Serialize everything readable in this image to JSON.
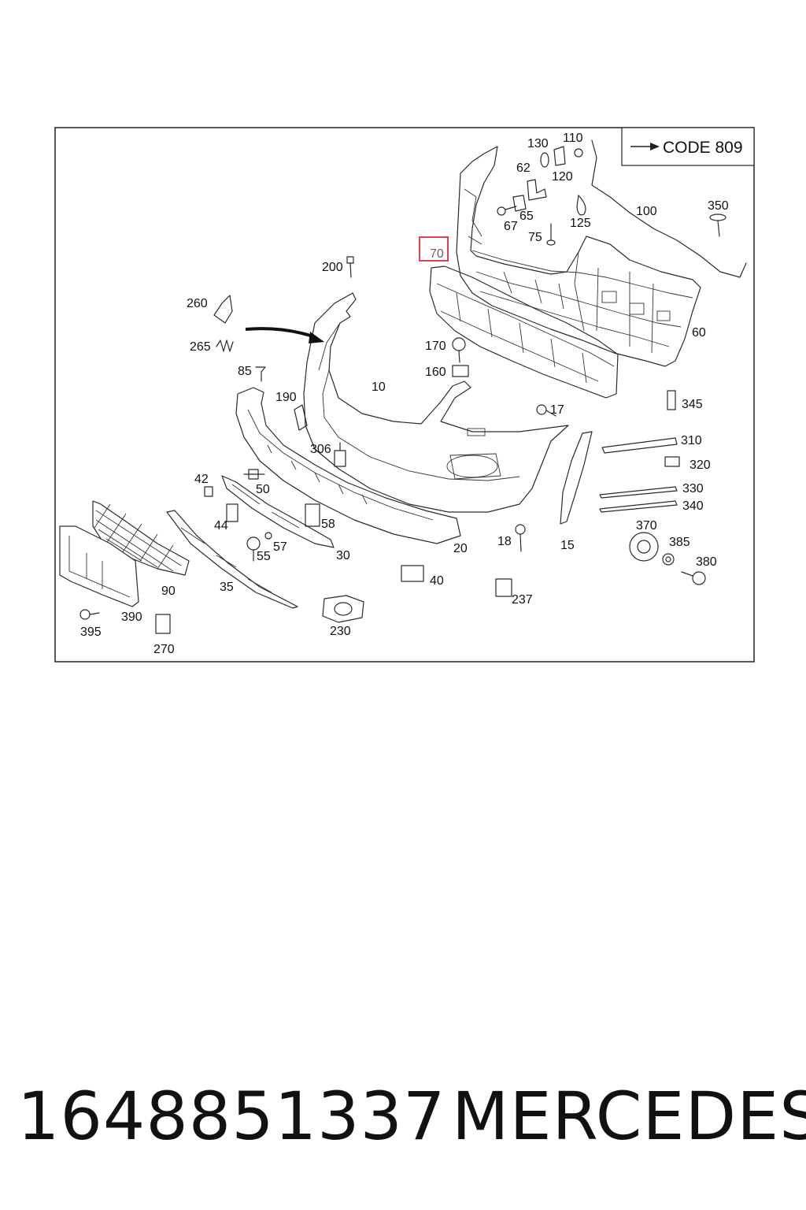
{
  "legend": {
    "arrow_icon": "arrow-right-icon",
    "text": "CODE 809"
  },
  "highlight": {
    "label": "70",
    "color": "#e0404a"
  },
  "callouts": [
    {
      "id": "130",
      "label": "130"
    },
    {
      "id": "110",
      "label": "110"
    },
    {
      "id": "62",
      "label": "62"
    },
    {
      "id": "120",
      "label": "120"
    },
    {
      "id": "65",
      "label": "65"
    },
    {
      "id": "67",
      "label": "67"
    },
    {
      "id": "125",
      "label": "125"
    },
    {
      "id": "100",
      "label": "100"
    },
    {
      "id": "350",
      "label": "350"
    },
    {
      "id": "75",
      "label": "75"
    },
    {
      "id": "200",
      "label": "200"
    },
    {
      "id": "260",
      "label": "260"
    },
    {
      "id": "265",
      "label": "265"
    },
    {
      "id": "85",
      "label": "85"
    },
    {
      "id": "170",
      "label": "170"
    },
    {
      "id": "160",
      "label": "160"
    },
    {
      "id": "10",
      "label": "10"
    },
    {
      "id": "190",
      "label": "190"
    },
    {
      "id": "60",
      "label": "60"
    },
    {
      "id": "345",
      "label": "345"
    },
    {
      "id": "17",
      "label": "17"
    },
    {
      "id": "306",
      "label": "306"
    },
    {
      "id": "310",
      "label": "310"
    },
    {
      "id": "320",
      "label": "320"
    },
    {
      "id": "42",
      "label": "42"
    },
    {
      "id": "50",
      "label": "50"
    },
    {
      "id": "330",
      "label": "330"
    },
    {
      "id": "340",
      "label": "340"
    },
    {
      "id": "44",
      "label": "44"
    },
    {
      "id": "58",
      "label": "58"
    },
    {
      "id": "370",
      "label": "370"
    },
    {
      "id": "57",
      "label": "57"
    },
    {
      "id": "18",
      "label": "18"
    },
    {
      "id": "15",
      "label": "15"
    },
    {
      "id": "385",
      "label": "385"
    },
    {
      "id": "55",
      "label": "55"
    },
    {
      "id": "30",
      "label": "30"
    },
    {
      "id": "20",
      "label": "20"
    },
    {
      "id": "380",
      "label": "380"
    },
    {
      "id": "90",
      "label": "90"
    },
    {
      "id": "40",
      "label": "40"
    },
    {
      "id": "35",
      "label": "35"
    },
    {
      "id": "237",
      "label": "237"
    },
    {
      "id": "390",
      "label": "390"
    },
    {
      "id": "395",
      "label": "395"
    },
    {
      "id": "230",
      "label": "230"
    },
    {
      "id": "270",
      "label": "270"
    }
  ],
  "footer": {
    "part_number": "1648851337",
    "brand": "MERCEDES"
  }
}
